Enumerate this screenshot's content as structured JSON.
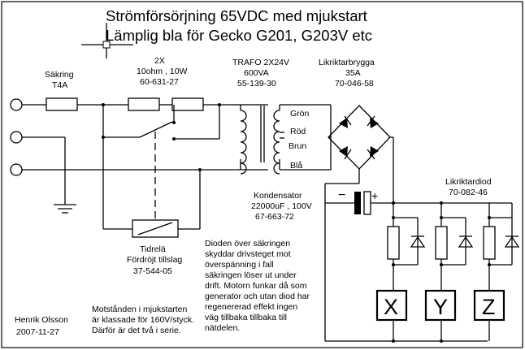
{
  "title": {
    "line1": "Strömförsörjning 65VDC med mjukstart",
    "line2": "Lämplig bla för Gecko G201, G203V etc"
  },
  "fuse": {
    "name": "Säkring",
    "rating": "T4A"
  },
  "resistors": {
    "count": "2X",
    "value": "10ohm , 10W",
    "part": "60-631-27"
  },
  "transformer": {
    "name": "TRAFO 2X24V",
    "rating": "600VA",
    "part": "55-139-30"
  },
  "wires": {
    "green": "Grön",
    "red": "Röd",
    "brown": "Brun",
    "blue": "Blå"
  },
  "bridge": {
    "name": "Likriktarbrygga",
    "rating": "35A",
    "part": "70-046-58"
  },
  "capacitor": {
    "name": "Kondensator",
    "value": "22000uF , 100V",
    "part": "67-663-72",
    "minus": "−",
    "plus": "+"
  },
  "diode": {
    "name": "Likriktardiod",
    "part": "70-082-46"
  },
  "relay": {
    "name": "Tidrelä",
    "type": "Fördröjt tillslag",
    "part": "37-544-05"
  },
  "outputs": [
    "X",
    "Y",
    "Z"
  ],
  "notes": {
    "diode_note": [
      "Dioden över säkringen",
      "skyddar drivsteget mot",
      "överspänning i fall",
      "säkringen löser ut under",
      "drift. Motorn funkar då som",
      "generator och utan diod har",
      "regenererad effekt ingen",
      "väg tillbaka tillbaka till",
      "nätdelen."
    ],
    "resistor_note": [
      "Motstånden i mjukstarten",
      "är klassade för 160V/styck.",
      "Därför är det två i serie."
    ]
  },
  "author": {
    "name": "Henrik Olsson",
    "date": "2007-11-27"
  }
}
